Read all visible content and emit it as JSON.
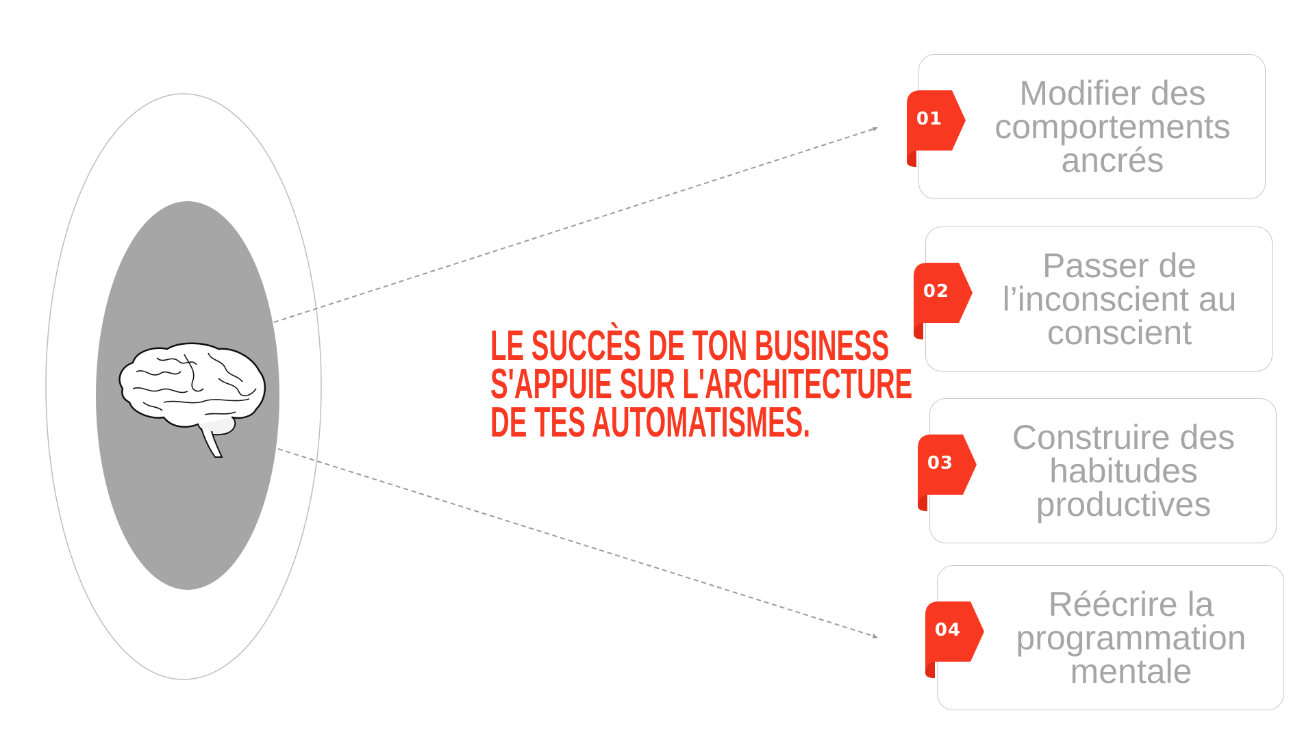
{
  "headline": {
    "lines": [
      "LE SUCCÈS DE TON BUSINESS",
      "S'APPUIE SUR L'ARCHITECTURE",
      "DE TES AUTOMATISMES."
    ]
  },
  "center": {
    "icon": "brain-icon"
  },
  "items": [
    {
      "number": "01",
      "text": "Modifier des comportements ancrés"
    },
    {
      "number": "02",
      "text": "Passer de l’inconscient au conscient"
    },
    {
      "number": "03",
      "text": "Construire des habitudes productives"
    },
    {
      "number": "04",
      "text": "Réécrire la programmation mentale"
    }
  ],
  "colors": {
    "accent": "#f93822",
    "text_gray": "#a6a6a6",
    "ellipse_fill": "#a6a6a6",
    "border": "#c8c8c8"
  }
}
